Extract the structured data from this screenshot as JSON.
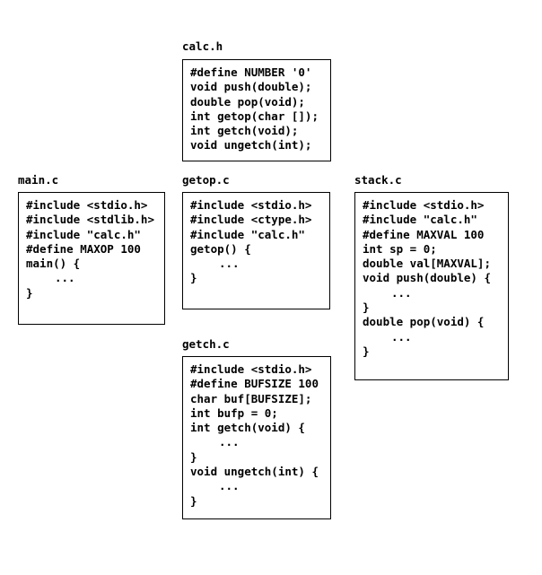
{
  "files": [
    {
      "id": "calc-h",
      "name": "calc.h",
      "lines": [
        {
          "text": "#define NUMBER '0'",
          "indent": false
        },
        {
          "text": "void push(double);",
          "indent": false
        },
        {
          "text": "double pop(void);",
          "indent": false
        },
        {
          "text": "int getop(char []);",
          "indent": false
        },
        {
          "text": "int getch(void);",
          "indent": false
        },
        {
          "text": "void ungetch(int);",
          "indent": false
        }
      ]
    },
    {
      "id": "main-c",
      "name": "main.c",
      "lines": [
        {
          "text": "#include <stdio.h>",
          "indent": false
        },
        {
          "text": "#include <stdlib.h>",
          "indent": false
        },
        {
          "text": "#include \"calc.h\"",
          "indent": false
        },
        {
          "text": "#define MAXOP 100",
          "indent": false
        },
        {
          "text": "main() {",
          "indent": false
        },
        {
          "text": "...",
          "indent": true
        },
        {
          "text": "}",
          "indent": false
        }
      ]
    },
    {
      "id": "getop-c",
      "name": "getop.c",
      "lines": [
        {
          "text": "#include <stdio.h>",
          "indent": false
        },
        {
          "text": "#include <ctype.h>",
          "indent": false
        },
        {
          "text": "#include \"calc.h\"",
          "indent": false
        },
        {
          "text": "getop() {",
          "indent": false
        },
        {
          "text": "...",
          "indent": true
        },
        {
          "text": "}",
          "indent": false
        }
      ]
    },
    {
      "id": "stack-c",
      "name": "stack.c",
      "lines": [
        {
          "text": "#include <stdio.h>",
          "indent": false
        },
        {
          "text": "#include \"calc.h\"",
          "indent": false
        },
        {
          "text": "#define MAXVAL 100",
          "indent": false
        },
        {
          "text": "int sp = 0;",
          "indent": false
        },
        {
          "text": "double val[MAXVAL];",
          "indent": false
        },
        {
          "text": "void push(double) {",
          "indent": false
        },
        {
          "text": "...",
          "indent": true
        },
        {
          "text": "}",
          "indent": false
        },
        {
          "text": "double pop(void) {",
          "indent": false
        },
        {
          "text": "...",
          "indent": true
        },
        {
          "text": "}",
          "indent": false
        }
      ]
    },
    {
      "id": "getch-c",
      "name": "getch.c",
      "lines": [
        {
          "text": "#include <stdio.h>",
          "indent": false
        },
        {
          "text": "#define BUFSIZE 100",
          "indent": false
        },
        {
          "text": "char buf[BUFSIZE];",
          "indent": false
        },
        {
          "text": "int bufp = 0;",
          "indent": false
        },
        {
          "text": "int getch(void) {",
          "indent": false
        },
        {
          "text": "...",
          "indent": true
        },
        {
          "text": "}",
          "indent": false
        },
        {
          "text": "void ungetch(int) {",
          "indent": false
        },
        {
          "text": "...",
          "indent": true
        },
        {
          "text": "}",
          "indent": false
        }
      ]
    }
  ]
}
